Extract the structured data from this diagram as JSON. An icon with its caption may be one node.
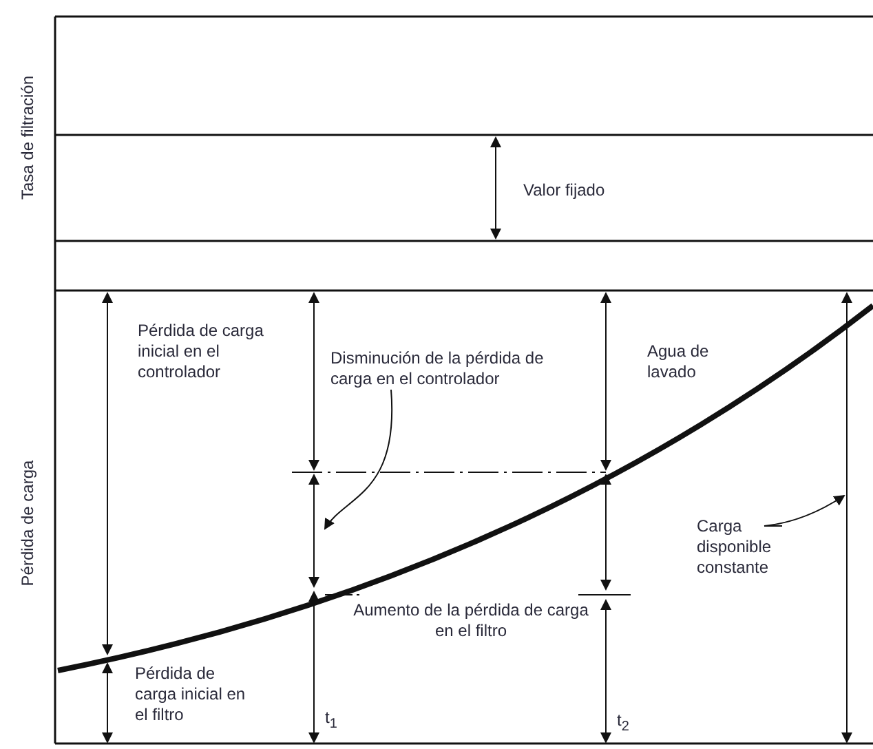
{
  "diagram": {
    "nodes": [
      {
        "text": [
          "Disminución de la pérdida de carga en el controlador"
        ]
      },
      {
        "text": [
          "Carga disponible constante"
        ]
      }
    ],
    "edges": [
      {
        "from": 0,
        "to": null,
        "arrow": "to"
      },
      {
        "from": 1,
        "to": null,
        "arrow": "to"
      }
    ],
    "labels": [
      "Tasa de filtración",
      "Valor fijado",
      "Pérdida de carga",
      "Pérdida de carga inicial en el controlador",
      "Agua de lavado",
      "Aumento de la pérdida de carga en el filtro",
      "Pérdida de carga inicial en el filtro",
      "t$_{1}$",
      "t$_{2}$"
    ]
  }
}
